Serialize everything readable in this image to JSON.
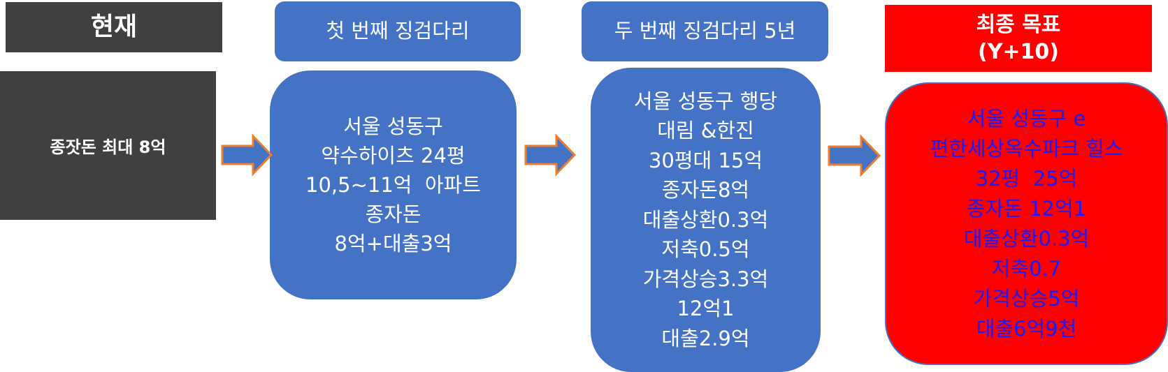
{
  "colors": {
    "dark": "#404040",
    "blue": "#4472c4",
    "red": "#ff0000",
    "goal_text": "#1a1aff",
    "arrow_fill": "#4472c4",
    "arrow_border": "#ed7d31"
  },
  "stages": [
    {
      "header": "현재",
      "lines": [
        "종잣돈 최대 8억"
      ]
    },
    {
      "header": "첫 번째 징검다리",
      "lines": [
        "서울 성동구",
        "약수하이츠 24평",
        "10,5~11억  아파트",
        "종자돈",
        "8억+대출3억"
      ]
    },
    {
      "header": "두 번째 징검다리 5년",
      "lines": [
        "서울 성동구 행당",
        "대림 &한진",
        "30평대 15억",
        "종자돈8억",
        "대출상환0.3억",
        "저축0.5억",
        "가격상승3.3억",
        "12억1",
        "대출2.9억"
      ]
    },
    {
      "header_lines": [
        "최종 목표",
        "(Y+10)"
      ],
      "lines": [
        "서울 성동구 e",
        "편한세상옥수파크 힐스",
        "32평  25억",
        "종자돈 12억1",
        "대출상환0.3억",
        "저축0.7",
        "가격상승5억",
        "대출6억9천"
      ]
    }
  ]
}
